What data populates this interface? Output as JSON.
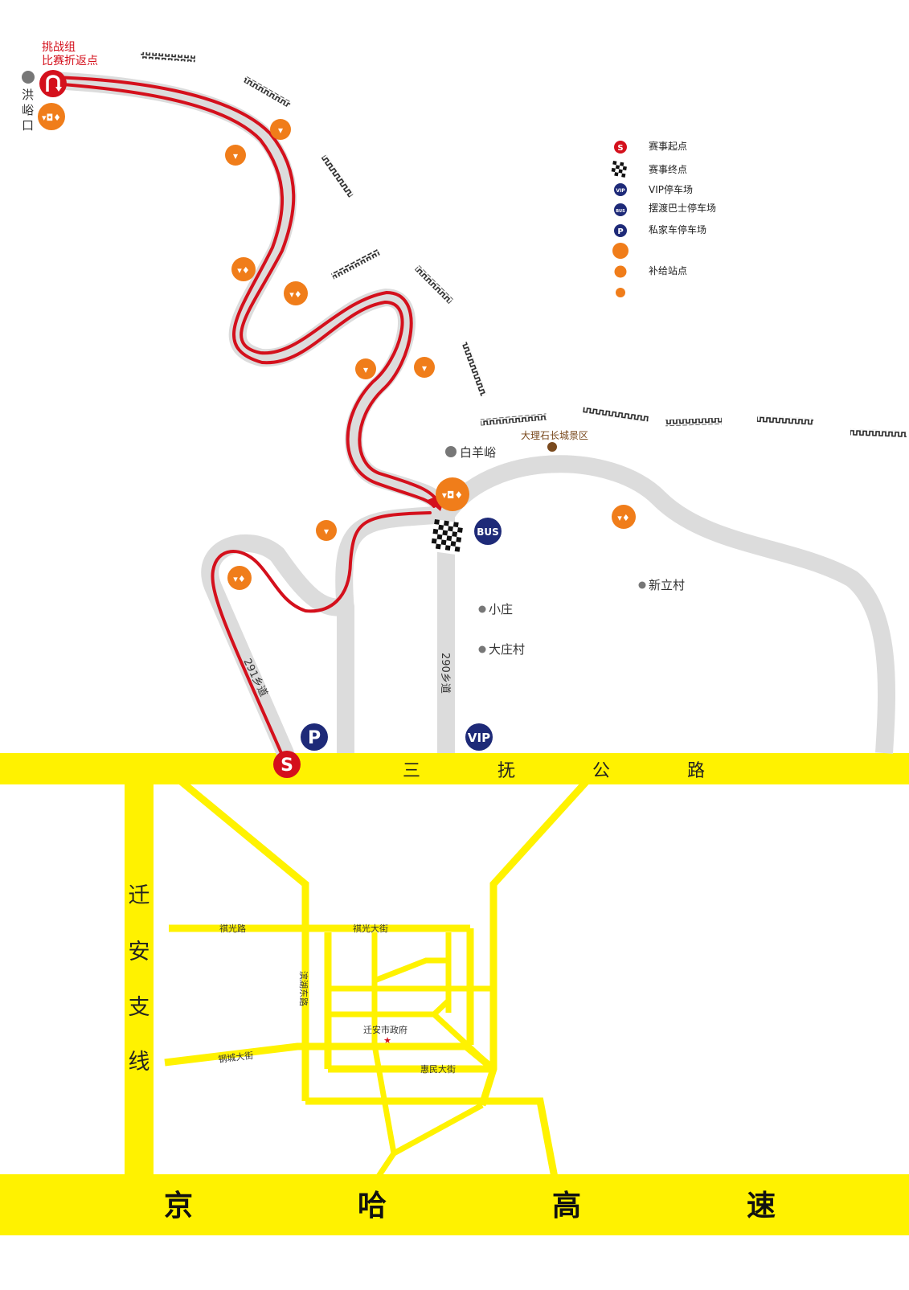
{
  "colors": {
    "route": "#d4101c",
    "bg_road": "#dcdcdc",
    "highway": "#fff200",
    "supply": "#f07d1a",
    "parking": "#1e2a78",
    "wall": "#222222"
  },
  "turnaround": {
    "line1": "挑战组",
    "line2": "比赛折返点",
    "icon": "u-turn-icon"
  },
  "legend": {
    "start": "赛事起点",
    "finish": "赛事终点",
    "vip": "VIP停车场",
    "bus": "摆渡巴士停车场",
    "private": "私家车停车场",
    "supply": "补给站点"
  },
  "places": {
    "hongyukou": "洪峪口",
    "baiyangyu": "白羊峪",
    "great_wall": "大理石长城景区",
    "xiaozhuang": "小庄",
    "dazhuangcun": "大庄村",
    "xinlicun": "新立村"
  },
  "badges": {
    "start": "S",
    "bus": "BUS",
    "vip": "VIP",
    "parking": "P"
  },
  "roads": {
    "xiang290": "290乡道",
    "xiang291": "291乡道",
    "sanfu": [
      "三",
      "抚",
      "公",
      "路"
    ],
    "qianan_branch": [
      "迁",
      "安",
      "支",
      "线"
    ],
    "jingha": [
      "京",
      "哈",
      "高",
      "速"
    ],
    "qiguang_lu": "祺光路",
    "qiguang_dajie": "祺光大街",
    "binhu_donglu": "滨湖东路",
    "city_gov": "迁安市政府",
    "gangcheng_dajie": "钢城大街",
    "huimin_dajie": "惠民大街"
  }
}
